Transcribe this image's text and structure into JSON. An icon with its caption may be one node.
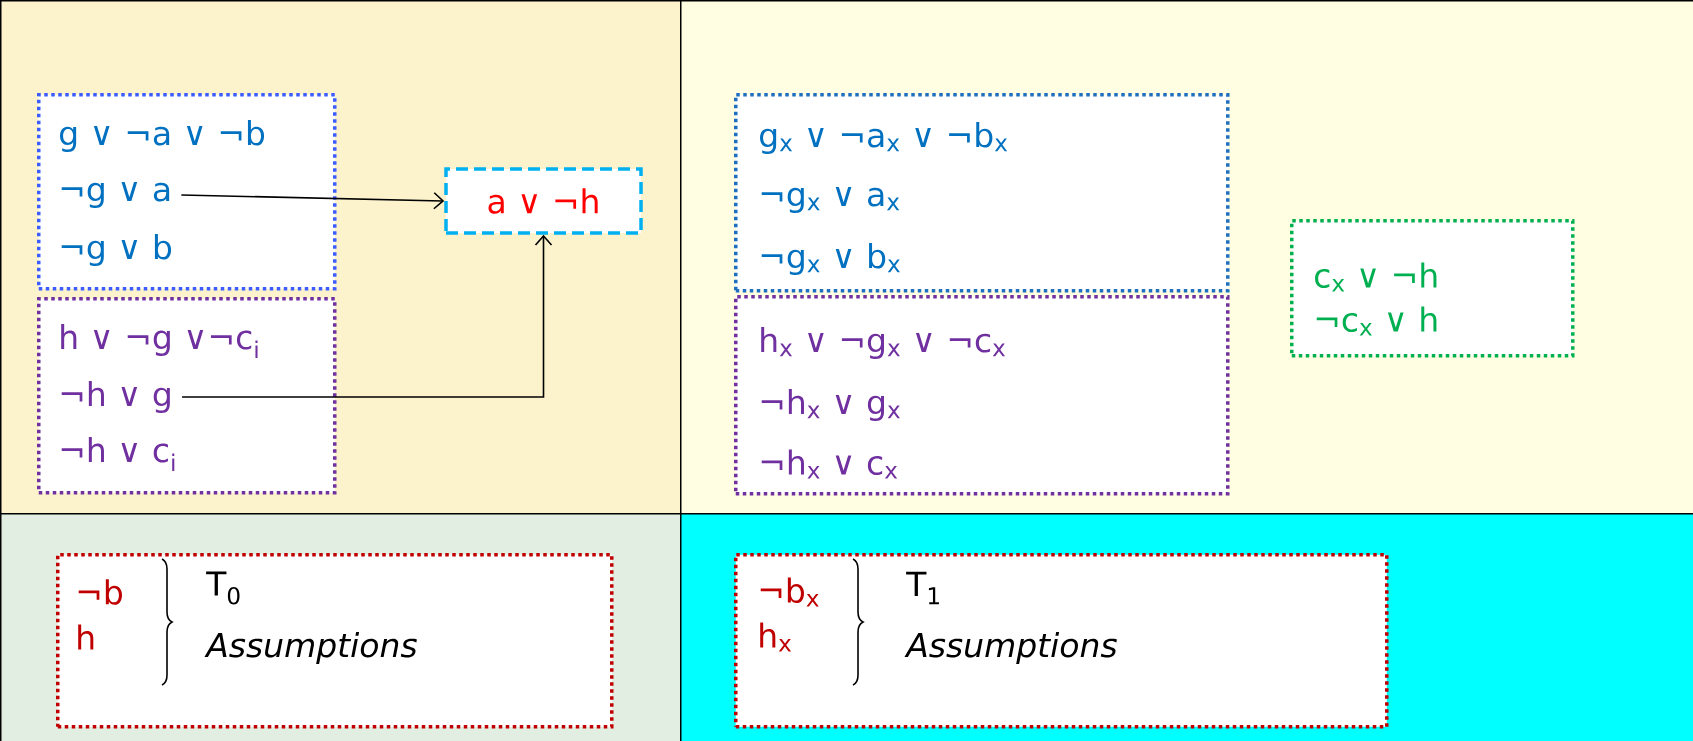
{
  "diagram": {
    "nodes": [
      {
        "text": [],
        "shape": "box"
      },
      {
        "text": [],
        "shape": "box",
        "in": 0
      },
      {
        "text": [
          "g ∨ ¬a ∨ ¬b"
        ],
        "in": 1
      },
      {
        "text": [
          "¬g ∨ a"
        ],
        "in": 1
      },
      {
        "text": [
          "¬g ∨ b"
        ],
        "in": 1
      },
      {
        "text": [],
        "shape": "box",
        "in": 0
      },
      {
        "text": [
          "h ∨ ¬g ∨¬c$_{i}$"
        ],
        "in": 5
      },
      {
        "text": [
          "¬h ∨ g"
        ],
        "in": 5
      },
      {
        "text": [
          "¬h ∨ c$_{i}$"
        ],
        "in": 5
      },
      {
        "text": [
          "a ∨ ¬h"
        ],
        "in": 0
      },
      {
        "text": [],
        "shape": "box"
      },
      {
        "text": [],
        "shape": "box",
        "in": 10
      },
      {
        "text": [
          "g$_{x}$ ∨ ¬a$_{x}$ ∨ ¬b$_{x}$"
        ],
        "in": 11
      },
      {
        "text": [
          "¬g$_{x}$ ∨ a$_{x}$"
        ],
        "in": 11
      },
      {
        "text": [
          "¬g$_{x}$ ∨ b$_{x}$"
        ],
        "in": 11
      },
      {
        "text": [],
        "shape": "box",
        "in": 10
      },
      {
        "text": [
          "h$_{x}$ ∨ ¬g$_{x}$ ∨ ¬c$_{x}$"
        ],
        "in": 15
      },
      {
        "text": [
          "¬h$_{x}$ ∨ g$_{x}$"
        ],
        "in": 15
      },
      {
        "text": [
          "¬h$_{x}$ ∨ c$_{x}$"
        ],
        "in": 15
      },
      {
        "text": [
          "c$_{x}$ ∨ ¬h",
          "¬c$_{x}$ ∨ h"
        ],
        "in": 10
      },
      {
        "text": [],
        "shape": "box"
      },
      {
        "text": [
          "¬b",
          "h",
          "T$_{0}$",
          "Assumptions"
        ],
        "in": 20
      },
      {
        "text": [],
        "shape": "box"
      },
      {
        "text": [
          "¬b$_{x}$",
          "h$_{x}$",
          "T$_{1}$",
          "Assumptions"
        ],
        "in": 22
      }
    ],
    "edges": [
      {
        "from": 3,
        "to": 9,
        "arrow": "to"
      },
      {
        "from": 7,
        "to": 9,
        "arrow": "to"
      }
    ]
  }
}
